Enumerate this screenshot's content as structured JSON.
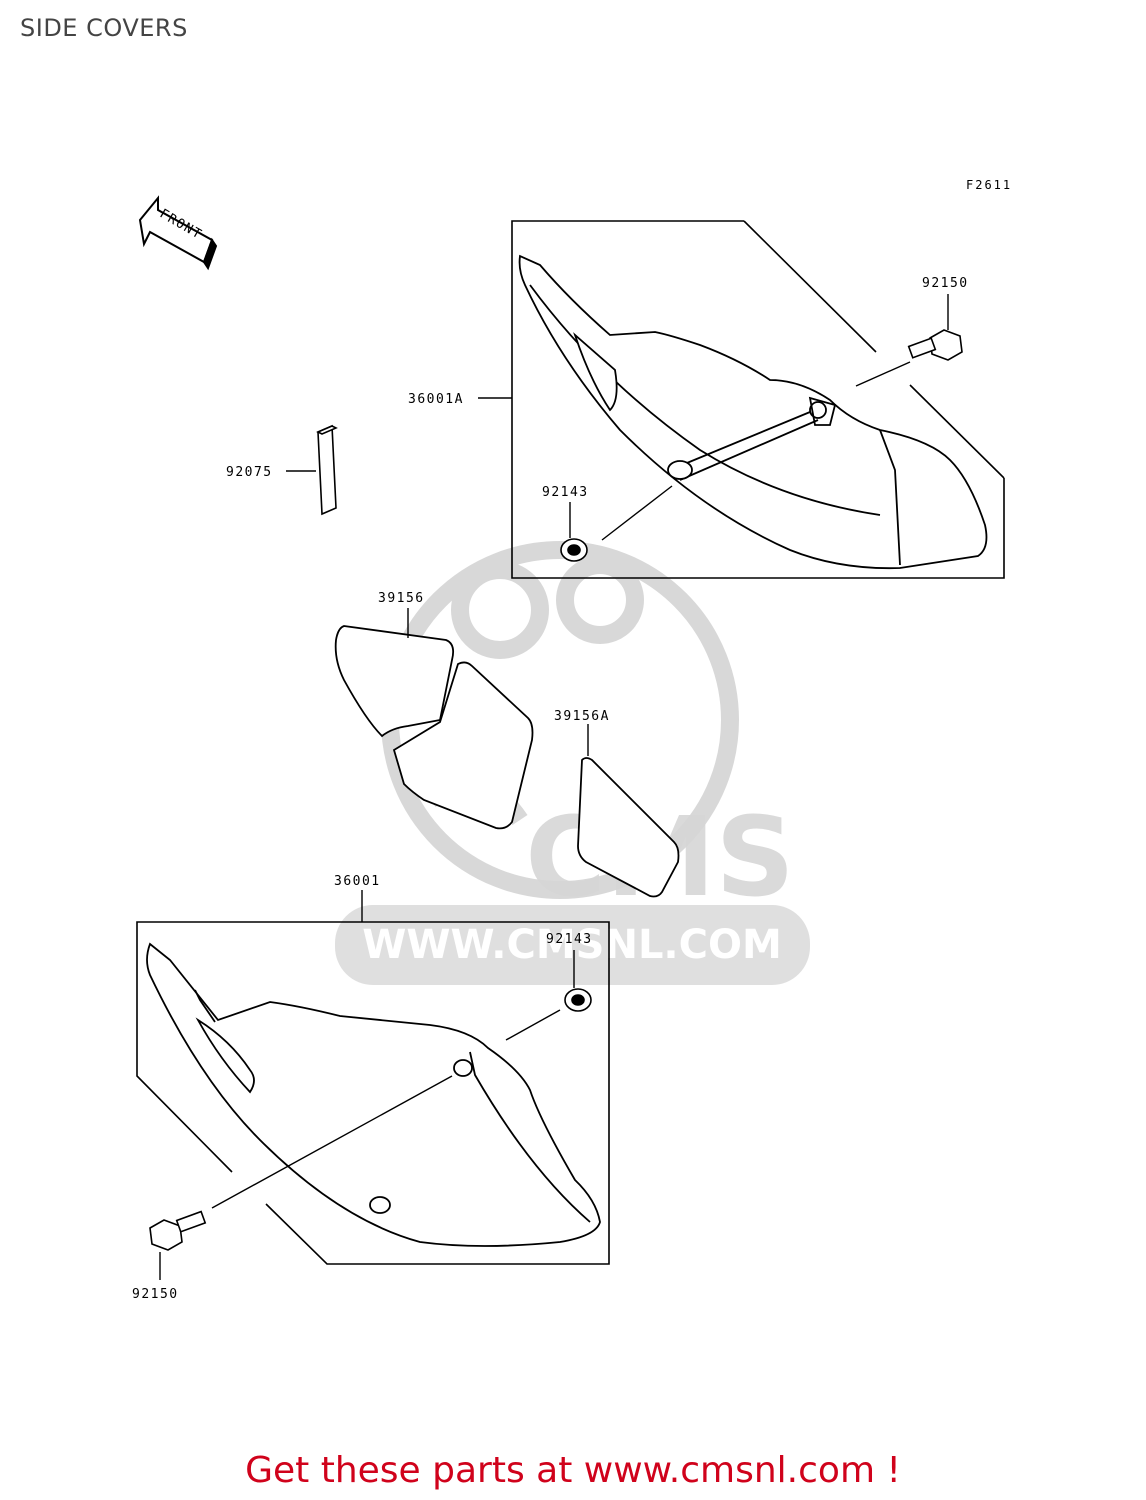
{
  "header": {
    "title": "SIDE COVERS"
  },
  "figure": {
    "code": "F2611",
    "front_arrow_label": "FRONT",
    "watermark": {
      "brand": "CMS",
      "url": "WWW.CMSNL.COM"
    },
    "parts": [
      {
        "id": "92150_upper",
        "number": "92150"
      },
      {
        "id": "36001A",
        "number": "36001A"
      },
      {
        "id": "92075",
        "number": "92075"
      },
      {
        "id": "92143_upper",
        "number": "92143"
      },
      {
        "id": "39156",
        "number": "39156"
      },
      {
        "id": "39156A",
        "number": "39156A"
      },
      {
        "id": "36001",
        "number": "36001"
      },
      {
        "id": "92143_lower",
        "number": "92143"
      },
      {
        "id": "92150_lower",
        "number": "92150"
      }
    ]
  },
  "footer": {
    "link_text": "Get these parts at www.cmsnl.com !",
    "color": "#d0021b"
  }
}
